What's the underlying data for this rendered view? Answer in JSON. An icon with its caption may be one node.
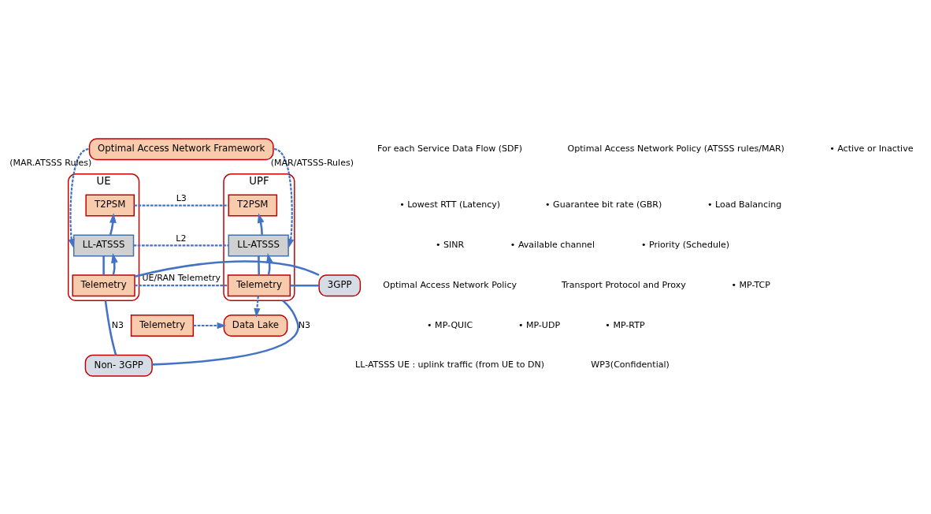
{
  "diagram": {
    "nodes": [
      {
        "text": [
          "Optimal Access Network Framework"
        ]
      },
      {
        "text": [
          "UE"
        ]
      },
      {
        "text": [
          "T2PSM"
        ],
        "in": 1
      },
      {
        "text": [
          "LL-ATSSS"
        ],
        "in": 1
      },
      {
        "text": [
          "Telemetry"
        ],
        "in": 1
      },
      {
        "text": [
          "UPF"
        ]
      },
      {
        "text": [
          "T2PSM"
        ],
        "in": 5
      },
      {
        "text": [
          "LL-ATSSS"
        ],
        "in": 5
      },
      {
        "text": [
          "Telemetry"
        ],
        "in": 5
      },
      {
        "text": [
          "3GPP"
        ]
      },
      {
        "text": [
          "Telemetry"
        ]
      },
      {
        "text": [
          "Non- 3GPP"
        ]
      },
      {
        "text": [
          "Data Lake"
        ]
      }
    ],
    "edges": [
      {
        "from": 0,
        "to": 3,
        "arrow": "to",
        "label": "(MAR.ATSSS Rules)",
        "style": "dashed"
      },
      {
        "from": 0,
        "to": 7,
        "arrow": "to",
        "label": "(MAR/ATSSS-Rules)",
        "style": "dashed"
      },
      {
        "from": 2,
        "to": 6,
        "arrow": "none",
        "label": "L3",
        "style": "dashed"
      },
      {
        "from": 3,
        "to": 7,
        "arrow": "none",
        "label": "L2",
        "style": "dashed"
      },
      {
        "from": 3,
        "to": 2,
        "arrow": "to"
      },
      {
        "from": 4,
        "to": 3,
        "arrow": "none"
      },
      {
        "from": 4,
        "to": 3,
        "arrow": "to"
      },
      {
        "from": 7,
        "to": 6,
        "arrow": "to"
      },
      {
        "from": 8,
        "to": 7,
        "arrow": "none"
      },
      {
        "from": 8,
        "to": 7,
        "arrow": "to"
      },
      {
        "from": 4,
        "to": 8,
        "arrow": "none",
        "label": "UE/RAN Telemetry",
        "style": "dashed"
      },
      {
        "from": 4,
        "to": 9,
        "arrow": "none"
      },
      {
        "from": 9,
        "to": 8,
        "arrow": "none"
      },
      {
        "from": 1,
        "to": 11,
        "arrow": "none",
        "label": "N3"
      },
      {
        "from": 11,
        "to": 5,
        "arrow": "none",
        "label": "N3"
      },
      {
        "from": 8,
        "to": 12,
        "arrow": "to",
        "style": "dashed"
      },
      {
        "from": 10,
        "to": 12,
        "arrow": "to",
        "style": "dashed"
      }
    ],
    "labels": [
      "For each Service Data Flow (SDF)",
      "Optimal Access Network Policy (ATSSS rules/MAR)",
      "• Active or Inactive",
      "• Lowest RTT (Latency)",
      "• Guarantee bit rate (GBR)",
      "• Load Balancing",
      "• SINR",
      "• Available channel",
      "• Priority (Schedule)",
      "Optimal Access Network Policy",
      "Transport Protocol and Proxy",
      "• MP-TCP",
      "• MP-QUIC",
      "• MP-UDP",
      "• MP-RTP",
      "LL-ATSSS UE : uplink traffic (from UE to DN)",
      "WP3(Confidential)"
    ]
  }
}
